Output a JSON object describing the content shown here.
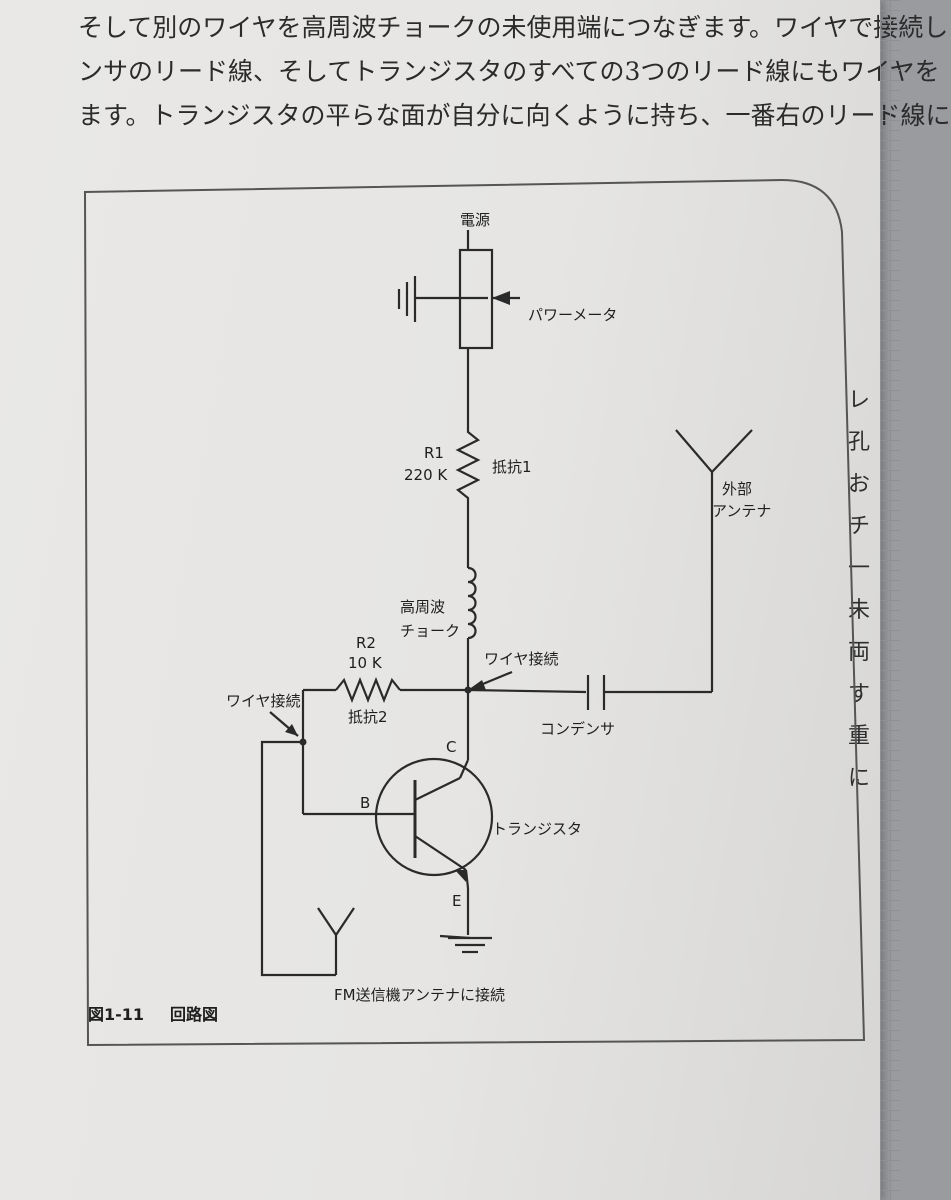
{
  "text": {
    "line1": "そして別のワイヤを高周波チョークの未使用端につなぎます。ワイヤで接続し",
    "line2": "ンサのリード線、そしてトランジスタのすべての3つのリード線にもワイヤを",
    "line3": "ます。トランジスタの平らな面が自分に向くように持ち、一番右のリード線に"
  },
  "side_text": [
    "レ",
    "孔",
    "お",
    "チ",
    "一",
    "未",
    "両",
    "す",
    "重",
    "に"
  ],
  "diagram": {
    "power": "電源",
    "power_meter": "パワーメータ",
    "r1_name": "R1",
    "r1_value": "220 K",
    "r1_label": "抵抗1",
    "rf_choke_1": "高周波",
    "rf_choke_2": "チョーク",
    "wire_conn_top": "ワイヤ接続",
    "r2_name": "R2",
    "r2_value": "10 K",
    "r2_label": "抵抗2",
    "wire_conn_left": "ワイヤ接続",
    "ext_antenna_1": "外部",
    "ext_antenna_2": "アンテナ",
    "capacitor": "コンデンサ",
    "collector": "C",
    "base": "B",
    "emitter": "E",
    "transistor": "トランジスタ",
    "fm_antenna": "FM送信機アンテナに接続",
    "caption_num": "図1-11",
    "caption_title": "回路図"
  }
}
